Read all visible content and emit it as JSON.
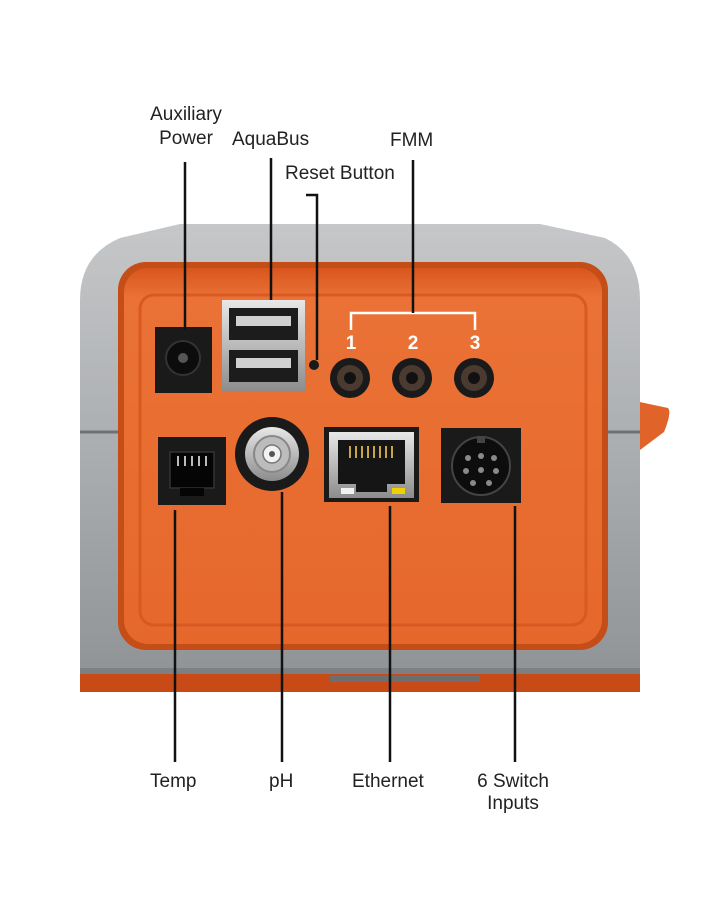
{
  "labels": {
    "auxiliary_power_line1": "Auxiliary",
    "auxiliary_power_line2": "Power",
    "aquabus": "AquaBus",
    "reset_button": "Reset Button",
    "fmm": "FMM",
    "temp": "Temp",
    "ph": "pH",
    "ethernet": "Ethernet",
    "switch_inputs_line1": "6 Switch",
    "switch_inputs_line2": "Inputs"
  },
  "fmm_ports": [
    "1",
    "2",
    "3"
  ],
  "colors": {
    "housing_gray": "#a9acaf",
    "panel_orange": "#e0642a",
    "panel_orange_light": "#ee7a3e",
    "port_black": "#1a1a1a",
    "leader_line": "#111111"
  }
}
